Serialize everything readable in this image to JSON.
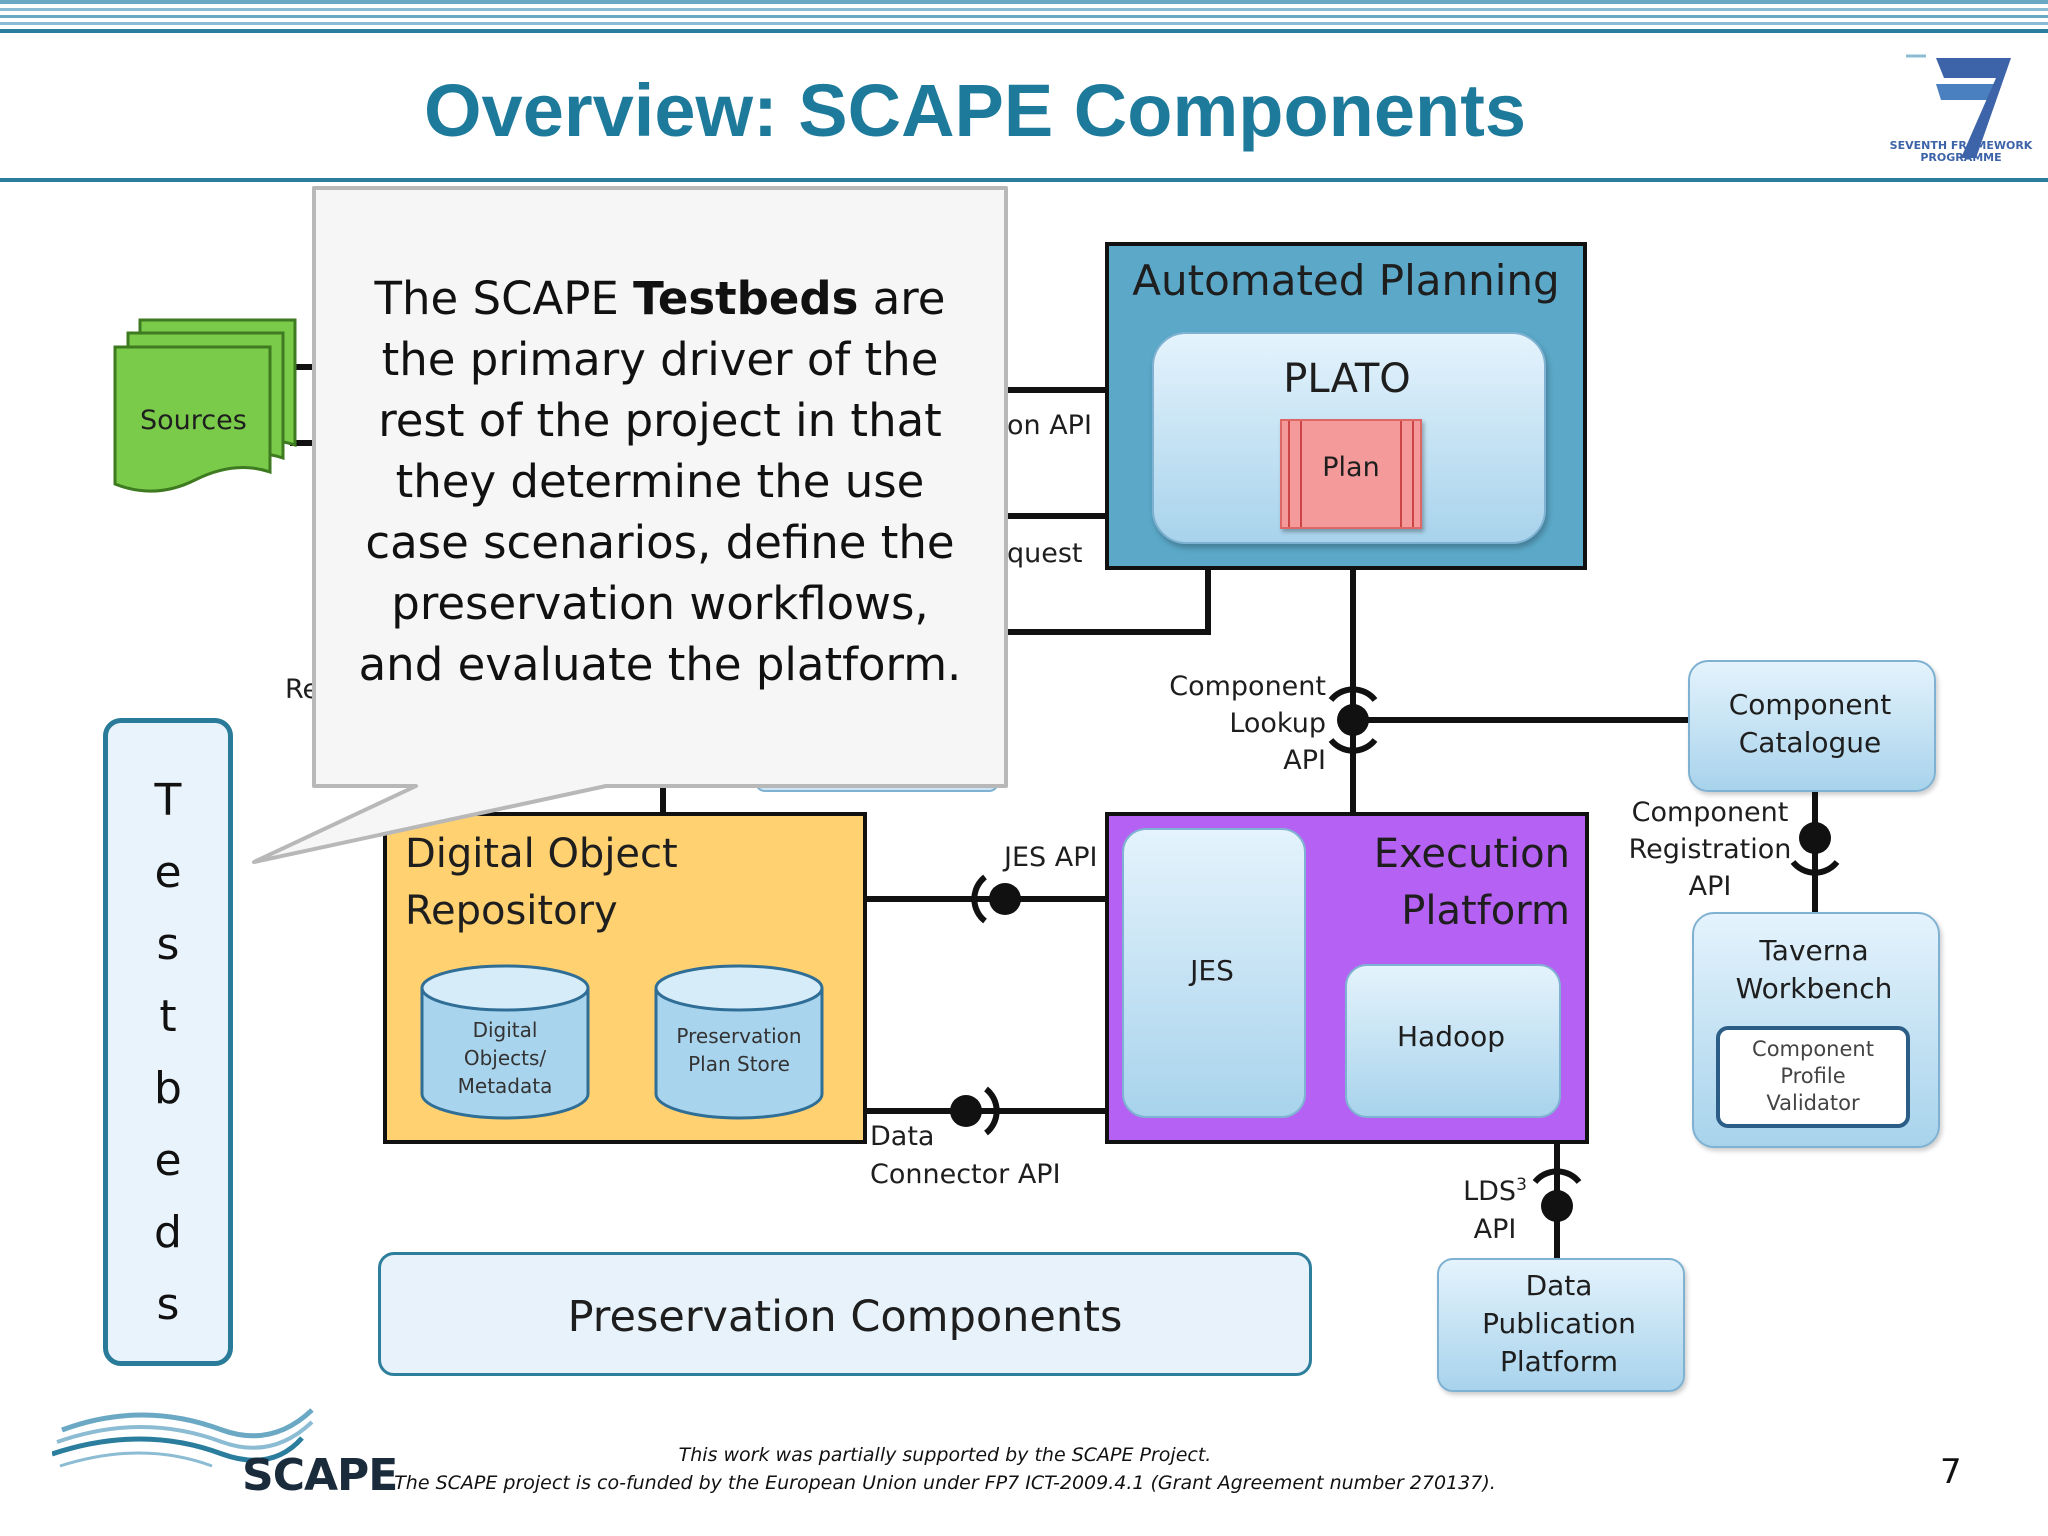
{
  "slide": {
    "title": "Overview: SCAPE Components",
    "page_number": "7"
  },
  "callout": {
    "text_before": "The SCAPE ",
    "text_bold": "Testbeds",
    "text_after": " are the primary driver of the rest of the project in that they determine the use case scenarios, define the preservation workflows, and evaluate the platform."
  },
  "testbeds_letters": [
    "T",
    "e",
    "s",
    "t",
    "b",
    "e",
    "d",
    "s"
  ],
  "diagram": {
    "sources": "Sources",
    "partial_labels": {
      "on_api": "on  API",
      "quest": "quest",
      "re": "Re"
    },
    "automated_planning": "Automated Planning",
    "plato": "PLATO",
    "plan": "Plan",
    "component_lookup_api": [
      "Component",
      "Lookup",
      "API"
    ],
    "component_catalogue": [
      "Component",
      "Catalogue"
    ],
    "component_registration_api": [
      "Component",
      "Registration",
      "API"
    ],
    "taverna_workbench": [
      "Taverna",
      "Workbench"
    ],
    "component_profile_validator": [
      "Component",
      "Profile",
      "Validator"
    ],
    "digital_object_repository": [
      "Digital Object",
      "Repository"
    ],
    "digital_objects_metadata": [
      "Digital",
      "Objects/",
      "Metadata"
    ],
    "preservation_plan_store": [
      "Preservation",
      "Plan Store"
    ],
    "jes_api": "JES API",
    "data_connector_api": [
      "Data",
      "Connector API"
    ],
    "execution_platform": [
      "Execution",
      "Platform"
    ],
    "jes": "JES",
    "hadoop": "Hadoop",
    "lds3_api": [
      "LDS",
      "3",
      "API"
    ],
    "data_publication_platform": [
      "Data",
      "Publication",
      "Platform"
    ],
    "preservation_components": "Preservation Components"
  },
  "footer": {
    "line1": "This work was partially supported by the SCAPE Project.",
    "line2": "The SCAPE project is co-funded by the European Union under FP7 ICT-2009.4.1 (Grant Agreement number 270137)."
  },
  "logos": {
    "fp7_text": [
      "SEVENTH FRAMEWORK",
      "PROGRAMME"
    ],
    "scape": "SCAPE"
  },
  "colors": {
    "title": "#1d7a9b",
    "automated_planning": "#5ba8c8",
    "repository": "#ffd170",
    "execution_platform": "#b561f3",
    "sources": "#7acb4a",
    "plan": "#f49a9a"
  }
}
